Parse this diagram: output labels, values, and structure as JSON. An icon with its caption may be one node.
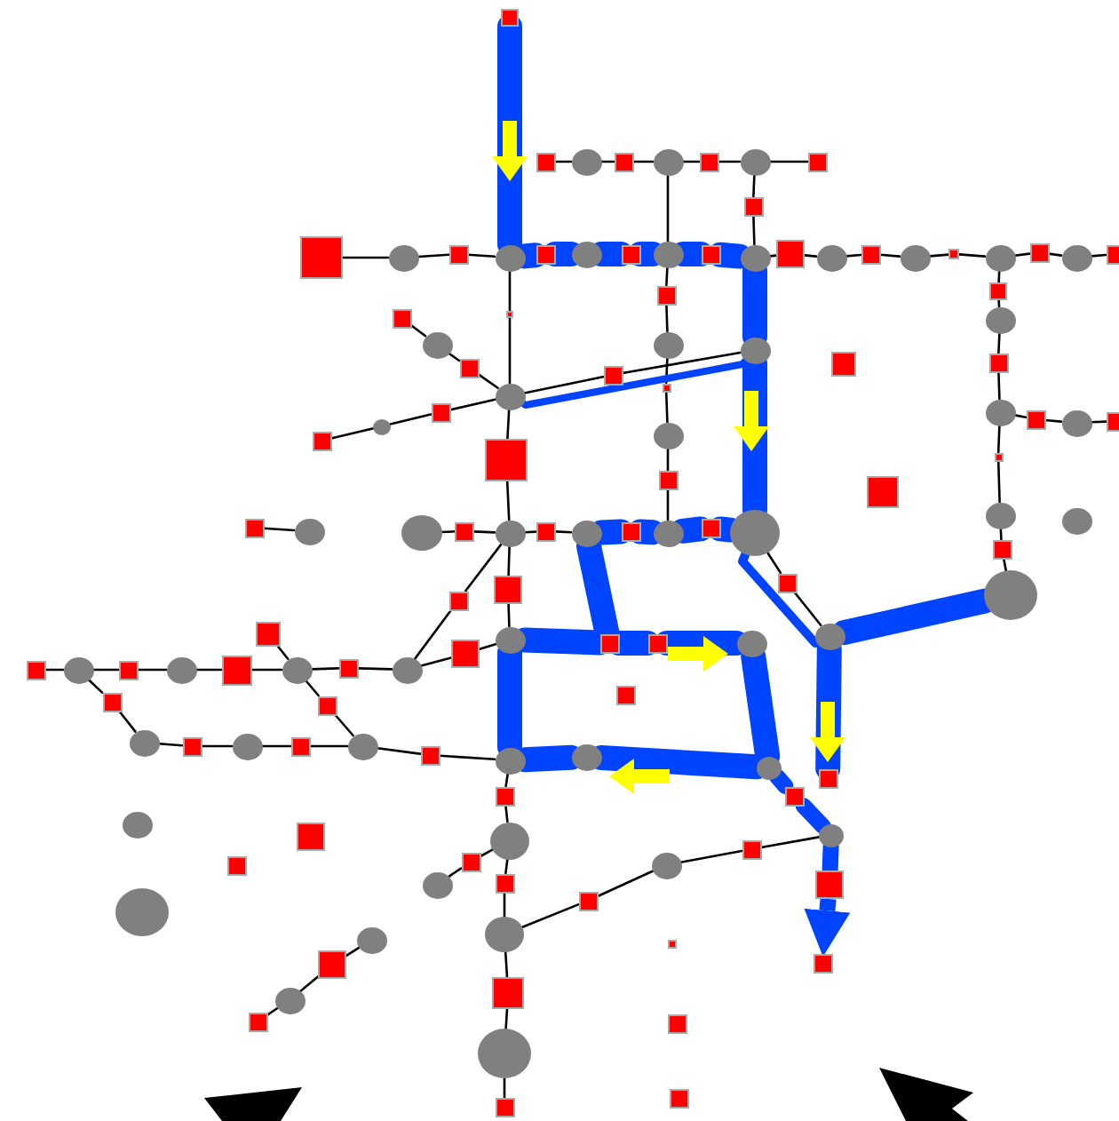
{
  "diagram": {
    "nodes": [
      {
        "text": [],
        "shape": "box"
      },
      {
        "text": [],
        "shape": "box"
      },
      {
        "text": [],
        "shape": "circle"
      },
      {
        "text": [],
        "shape": "box"
      },
      {
        "text": [],
        "shape": "circle"
      },
      {
        "text": [],
        "shape": "box"
      },
      {
        "text": [],
        "shape": "circle"
      },
      {
        "text": [],
        "shape": "box"
      },
      {
        "text": [],
        "shape": "box"
      },
      {
        "text": [],
        "shape": "box"
      },
      {
        "text": [],
        "shape": "circle"
      },
      {
        "text": [],
        "shape": "box"
      },
      {
        "text": [],
        "shape": "circle"
      },
      {
        "text": [],
        "shape": "box"
      },
      {
        "text": [],
        "shape": "circle"
      },
      {
        "text": [],
        "shape": "box"
      },
      {
        "text": [],
        "shape": "circle"
      },
      {
        "text": [],
        "shape": "box"
      },
      {
        "text": [],
        "shape": "circle"
      },
      {
        "text": [],
        "shape": "box"
      },
      {
        "text": [],
        "shape": "circle"
      },
      {
        "text": [],
        "shape": "box"
      },
      {
        "text": [],
        "shape": "circle"
      },
      {
        "text": [],
        "shape": "box"
      },
      {
        "text": [],
        "shape": "circle"
      },
      {
        "text": [],
        "shape": "box"
      },
      {
        "text": [],
        "shape": "circle"
      },
      {
        "text": [],
        "shape": "box"
      },
      {
        "text": [],
        "shape": "box"
      },
      {
        "text": [],
        "shape": "circle"
      },
      {
        "text": [],
        "shape": "box"
      },
      {
        "text": [],
        "shape": "circle"
      },
      {
        "text": [],
        "shape": "box"
      },
      {
        "text": [],
        "shape": "box"
      },
      {
        "text": [],
        "shape": "box"
      },
      {
        "text": [],
        "shape": "circle"
      },
      {
        "text": [],
        "shape": "box"
      },
      {
        "text": [],
        "shape": "circle"
      },
      {
        "text": [],
        "shape": "box"
      },
      {
        "text": [],
        "shape": "circle"
      },
      {
        "text": [],
        "shape": "box"
      },
      {
        "text": [],
        "shape": "circle"
      },
      {
        "text": [],
        "shape": "box"
      },
      {
        "text": [],
        "shape": "box"
      },
      {
        "text": [],
        "shape": "box"
      },
      {
        "text": [],
        "shape": "box"
      },
      {
        "text": [],
        "shape": "box"
      },
      {
        "text": [],
        "shape": "circle"
      },
      {
        "text": [],
        "shape": "box"
      },
      {
        "text": [],
        "shape": "circle"
      },
      {
        "text": [],
        "shape": "box"
      },
      {
        "text": [],
        "shape": "circle"
      },
      {
        "text": [],
        "shape": "box"
      },
      {
        "text": [],
        "shape": "box"
      },
      {
        "text": [],
        "shape": "circle"
      },
      {
        "text": [],
        "shape": "circle"
      },
      {
        "text": [],
        "shape": "box"
      },
      {
        "text": [],
        "shape": "circle"
      },
      {
        "text": [],
        "shape": "box"
      },
      {
        "text": [],
        "shape": "circle"
      },
      {
        "text": [],
        "shape": "circle"
      },
      {
        "text": [],
        "shape": "box"
      },
      {
        "text": [],
        "shape": "circle"
      },
      {
        "text": [],
        "shape": "box"
      },
      {
        "text": [],
        "shape": "circle"
      },
      {
        "text": [],
        "shape": "box"
      },
      {
        "text": [],
        "shape": "circle"
      },
      {
        "text": [],
        "shape": "box"
      },
      {
        "text": [],
        "shape": "circle"
      },
      {
        "text": [],
        "shape": "box"
      },
      {
        "text": [],
        "shape": "box"
      },
      {
        "text": [],
        "shape": "box"
      },
      {
        "text": [],
        "shape": "box"
      },
      {
        "text": [],
        "shape": "circle"
      },
      {
        "text": [],
        "shape": "box"
      },
      {
        "text": [],
        "shape": "box"
      },
      {
        "text": [],
        "shape": "circle"
      },
      {
        "text": [],
        "shape": "box"
      },
      {
        "text": [],
        "shape": "circle"
      },
      {
        "text": [],
        "shape": "box"
      },
      {
        "text": [],
        "shape": "circle"
      },
      {
        "text": [],
        "shape": "box"
      },
      {
        "text": [],
        "shape": "circle"
      },
      {
        "text": [],
        "shape": "box"
      },
      {
        "text": [],
        "shape": "circle"
      },
      {
        "text": [],
        "shape": "box"
      },
      {
        "text": [],
        "shape": "box"
      },
      {
        "text": [],
        "shape": "box"
      },
      {
        "text": [],
        "shape": "box"
      },
      {
        "text": [],
        "shape": "circle"
      },
      {
        "text": [],
        "shape": "box"
      },
      {
        "text": [],
        "shape": "circle"
      },
      {
        "text": [],
        "shape": "box"
      },
      {
        "text": [],
        "shape": "circle"
      },
      {
        "text": [],
        "shape": "box"
      },
      {
        "text": [],
        "shape": "circle"
      },
      {
        "text": [],
        "shape": "circle"
      },
      {
        "text": [],
        "shape": "circle"
      },
      {
        "text": [],
        "shape": "box"
      },
      {
        "text": [],
        "shape": "box"
      },
      {
        "text": [],
        "shape": "circle"
      },
      {
        "text": [],
        "shape": "box"
      },
      {
        "text": [],
        "shape": "box"
      },
      {
        "text": [],
        "shape": "circle"
      },
      {
        "text": [],
        "shape": "box"
      },
      {
        "text": [],
        "shape": "box"
      },
      {
        "text": [],
        "shape": "circle"
      },
      {
        "text": [],
        "shape": "circle"
      },
      {
        "text": [],
        "shape": "box"
      },
      {
        "text": [],
        "shape": "circle"
      },
      {
        "text": [],
        "shape": "box"
      },
      {
        "text": [],
        "shape": "circle"
      },
      {
        "text": [],
        "shape": "box"
      },
      {
        "text": [],
        "shape": "circle"
      },
      {
        "text": [],
        "shape": "circle"
      },
      {
        "text": [],
        "shape": "box"
      },
      {
        "text": [],
        "shape": "box"
      },
      {
        "text": [],
        "shape": "box"
      },
      {
        "text": [],
        "shape": "box"
      },
      {
        "text": [],
        "shape": "circle"
      },
      {
        "text": [],
        "shape": "box"
      },
      {
        "text": [],
        "shape": "box"
      },
      {
        "text": [],
        "shape": "circle"
      },
      {
        "text": [],
        "shape": "box"
      },
      {
        "text": [],
        "shape": "box"
      },
      {
        "text": [],
        "shape": "box"
      },
      {
        "text": [],
        "shape": "circle"
      }
    ],
    "edges": [
      {
        "from": 1,
        "to": 2,
        "arrow": "none"
      },
      {
        "from": 2,
        "to": 3,
        "arrow": "none"
      },
      {
        "from": 3,
        "to": 4,
        "arrow": "none"
      },
      {
        "from": 4,
        "to": 5,
        "arrow": "none"
      },
      {
        "from": 5,
        "to": 6,
        "arrow": "none"
      },
      {
        "from": 6,
        "to": 7,
        "arrow": "none"
      },
      {
        "from": 6,
        "to": 8,
        "arrow": "none"
      },
      {
        "from": 8,
        "to": 18,
        "arrow": "none"
      },
      {
        "from": 4,
        "to": 16,
        "arrow": "none"
      },
      {
        "from": 9,
        "to": 10,
        "arrow": "none"
      },
      {
        "from": 10,
        "to": 11,
        "arrow": "none"
      },
      {
        "from": 11,
        "to": 12,
        "arrow": "none"
      },
      {
        "from": 12,
        "to": 13,
        "arrow": "none",
        "style": "thick",
        "color": "#0044ff"
      },
      {
        "from": 13,
        "to": 14,
        "arrow": "none",
        "style": "thick",
        "color": "#0044ff"
      },
      {
        "from": 14,
        "to": 15,
        "arrow": "none",
        "style": "thick",
        "color": "#0044ff"
      },
      {
        "from": 15,
        "to": 16,
        "arrow": "none",
        "style": "thick",
        "color": "#0044ff"
      },
      {
        "from": 16,
        "to": 17,
        "arrow": "none",
        "style": "thick",
        "color": "#0044ff"
      },
      {
        "from": 17,
        "to": 18,
        "arrow": "none",
        "style": "thick",
        "color": "#0044ff"
      },
      {
        "from": 18,
        "to": 19,
        "arrow": "none"
      },
      {
        "from": 19,
        "to": 20,
        "arrow": "none"
      },
      {
        "from": 20,
        "to": 21,
        "arrow": "none"
      },
      {
        "from": 21,
        "to": 22,
        "arrow": "none"
      },
      {
        "from": 22,
        "to": 23,
        "arrow": "none"
      },
      {
        "from": 23,
        "to": 24,
        "arrow": "none"
      },
      {
        "from": 24,
        "to": 25,
        "arrow": "none"
      },
      {
        "from": 25,
        "to": 26,
        "arrow": "none"
      },
      {
        "from": 26,
        "to": 27,
        "arrow": "none"
      },
      {
        "from": 16,
        "to": 28,
        "arrow": "none"
      },
      {
        "from": 28,
        "to": 29,
        "arrow": "none"
      },
      {
        "from": 29,
        "to": 30,
        "arrow": "none"
      },
      {
        "from": 30,
        "to": 31,
        "arrow": "none"
      },
      {
        "from": 31,
        "to": 32,
        "arrow": "none"
      },
      {
        "from": 32,
        "to": 66,
        "arrow": "none"
      },
      {
        "from": 12,
        "to": 33,
        "arrow": "none"
      },
      {
        "from": 33,
        "to": 37,
        "arrow": "none"
      },
      {
        "from": 37,
        "to": 44,
        "arrow": "none"
      },
      {
        "from": 44,
        "to": 62,
        "arrow": "none"
      },
      {
        "from": 62,
        "to": 69,
        "arrow": "none"
      },
      {
        "from": 69,
        "to": 73,
        "arrow": "none"
      },
      {
        "from": 95,
        "to": 102,
        "arrow": "none"
      },
      {
        "from": 102,
        "to": 103,
        "arrow": "none"
      },
      {
        "from": 103,
        "to": 125,
        "arrow": "none"
      },
      {
        "from": 125,
        "to": 113,
        "arrow": "none"
      },
      {
        "from": 113,
        "to": 118,
        "arrow": "none"
      },
      {
        "from": 118,
        "to": 122,
        "arrow": "none"
      },
      {
        "from": 122,
        "to": 124,
        "arrow": "none"
      },
      {
        "from": 34,
        "to": 35,
        "arrow": "none"
      },
      {
        "from": 35,
        "to": 36,
        "arrow": "none"
      },
      {
        "from": 36,
        "to": 37,
        "arrow": "none"
      },
      {
        "from": 37,
        "to": 38,
        "arrow": "none"
      },
      {
        "from": 38,
        "to": 39,
        "arrow": "none"
      },
      {
        "from": 40,
        "to": 41,
        "arrow": "none"
      },
      {
        "from": 41,
        "to": 42,
        "arrow": "none"
      },
      {
        "from": 42,
        "to": 37,
        "arrow": "none"
      },
      {
        "from": 24,
        "to": 46,
        "arrow": "none"
      },
      {
        "from": 46,
        "to": 47,
        "arrow": "none"
      },
      {
        "from": 47,
        "to": 48,
        "arrow": "none"
      },
      {
        "from": 48,
        "to": 49,
        "arrow": "none"
      },
      {
        "from": 49,
        "to": 53,
        "arrow": "none"
      },
      {
        "from": 53,
        "to": 54,
        "arrow": "none"
      },
      {
        "from": 54,
        "to": 56,
        "arrow": "none"
      },
      {
        "from": 56,
        "to": 57,
        "arrow": "none"
      },
      {
        "from": 49,
        "to": 50,
        "arrow": "none"
      },
      {
        "from": 50,
        "to": 51,
        "arrow": "none"
      },
      {
        "from": 51,
        "to": 52,
        "arrow": "none"
      },
      {
        "from": 58,
        "to": 59,
        "arrow": "none"
      },
      {
        "from": 60,
        "to": 61,
        "arrow": "none"
      },
      {
        "from": 61,
        "to": 62,
        "arrow": "none"
      },
      {
        "from": 62,
        "to": 63,
        "arrow": "none"
      },
      {
        "from": 63,
        "to": 64,
        "arrow": "none"
      },
      {
        "from": 64,
        "to": 65,
        "arrow": "none",
        "style": "thick",
        "color": "#0044ff"
      },
      {
        "from": 65,
        "to": 66,
        "arrow": "none",
        "style": "thick",
        "color": "#0044ff"
      },
      {
        "from": 66,
        "to": 67,
        "arrow": "none",
        "style": "thick",
        "color": "#0044ff"
      },
      {
        "from": 67,
        "to": 68,
        "arrow": "none",
        "style": "thick",
        "color": "#0044ff"
      },
      {
        "from": 62,
        "to": 70,
        "arrow": "none"
      },
      {
        "from": 70,
        "to": 84,
        "arrow": "none"
      },
      {
        "from": 68,
        "to": 71,
        "arrow": "none"
      },
      {
        "from": 71,
        "to": 126,
        "arrow": "none"
      },
      {
        "from": 77,
        "to": 78,
        "arrow": "none"
      },
      {
        "from": 78,
        "to": 79,
        "arrow": "none"
      },
      {
        "from": 79,
        "to": 80,
        "arrow": "none"
      },
      {
        "from": 80,
        "to": 81,
        "arrow": "none"
      },
      {
        "from": 81,
        "to": 82,
        "arrow": "none"
      },
      {
        "from": 82,
        "to": 83,
        "arrow": "none"
      },
      {
        "from": 83,
        "to": 84,
        "arrow": "none"
      },
      {
        "from": 84,
        "to": 85,
        "arrow": "none"
      },
      {
        "from": 85,
        "to": 73,
        "arrow": "none"
      },
      {
        "from": 72,
        "to": 82,
        "arrow": "none"
      },
      {
        "from": 82,
        "to": 87,
        "arrow": "none"
      },
      {
        "from": 87,
        "to": 93,
        "arrow": "none"
      },
      {
        "from": 78,
        "to": 86,
        "arrow": "none"
      },
      {
        "from": 86,
        "to": 89,
        "arrow": "none"
      },
      {
        "from": 89,
        "to": 90,
        "arrow": "none"
      },
      {
        "from": 90,
        "to": 91,
        "arrow": "none"
      },
      {
        "from": 91,
        "to": 92,
        "arrow": "none"
      },
      {
        "from": 92,
        "to": 93,
        "arrow": "none"
      },
      {
        "from": 93,
        "to": 94,
        "arrow": "none"
      },
      {
        "from": 94,
        "to": 95,
        "arrow": "none"
      },
      {
        "from": 97,
        "to": 99,
        "arrow": "none",
        "style": "thick",
        "color": "#0044ff"
      },
      {
        "from": 99,
        "to": 109,
        "arrow": "none",
        "style": "thick",
        "color": "#0044ff"
      },
      {
        "from": 113,
        "to": 112,
        "arrow": "none"
      },
      {
        "from": 112,
        "to": 107,
        "arrow": "none"
      },
      {
        "from": 107,
        "to": 108,
        "arrow": "none"
      },
      {
        "from": 108,
        "to": 109,
        "arrow": "none"
      },
      {
        "from": 106,
        "to": 105,
        "arrow": "none"
      },
      {
        "from": 105,
        "to": 103,
        "arrow": "none"
      },
      {
        "from": 114,
        "to": 116,
        "arrow": "none"
      },
      {
        "from": 116,
        "to": 119,
        "arrow": "none"
      },
      {
        "from": 119,
        "to": 120,
        "arrow": "none"
      },
      {
        "from": 0,
        "to": 12,
        "arrow": "none",
        "style": "thick",
        "color": "#0044ff"
      },
      {
        "from": 18,
        "to": 39,
        "arrow": "none",
        "style": "thick",
        "color": "#0044ff"
      },
      {
        "from": 39,
        "to": 68,
        "arrow": "none",
        "style": "thick",
        "color": "#0044ff"
      },
      {
        "from": 37,
        "to": 39,
        "arrow": "none",
        "style": "thick",
        "color": "#0044ff"
      },
      {
        "from": 64,
        "to": 74,
        "arrow": "none",
        "style": "thick",
        "color": "#0044ff"
      },
      {
        "from": 73,
        "to": 74,
        "arrow": "none",
        "style": "thick",
        "color": "#0044ff"
      },
      {
        "from": 74,
        "to": 75,
        "arrow": "none",
        "style": "thick",
        "color": "#0044ff"
      },
      {
        "from": 75,
        "to": 76,
        "arrow": "none",
        "style": "thick",
        "color": "#0044ff"
      },
      {
        "from": 76,
        "to": 97,
        "arrow": "none",
        "style": "thick",
        "color": "#0044ff"
      },
      {
        "from": 97,
        "to": 96,
        "arrow": "none",
        "style": "thick",
        "color": "#0044ff"
      },
      {
        "from": 96,
        "to": 95,
        "arrow": "none",
        "style": "thick",
        "color": "#0044ff"
      },
      {
        "from": 95,
        "to": 73,
        "arrow": "none",
        "style": "thick",
        "color": "#0044ff"
      },
      {
        "from": 109,
        "to": 110,
        "arrow": "none",
        "style": "thick",
        "color": "#0044ff"
      },
      {
        "from": 110,
        "to": 117,
        "arrow": "to",
        "style": "thick",
        "color": "#0044ff"
      },
      {
        "from": 68,
        "to": 126,
        "arrow": "none",
        "style": "thick",
        "color": "#0044ff"
      },
      {
        "from": 126,
        "to": 57,
        "arrow": "none",
        "style": "thick",
        "color": "#0044ff"
      },
      {
        "from": 126,
        "to": 98,
        "arrow": "none",
        "style": "thick",
        "color": "#0044ff"
      }
    ]
  }
}
